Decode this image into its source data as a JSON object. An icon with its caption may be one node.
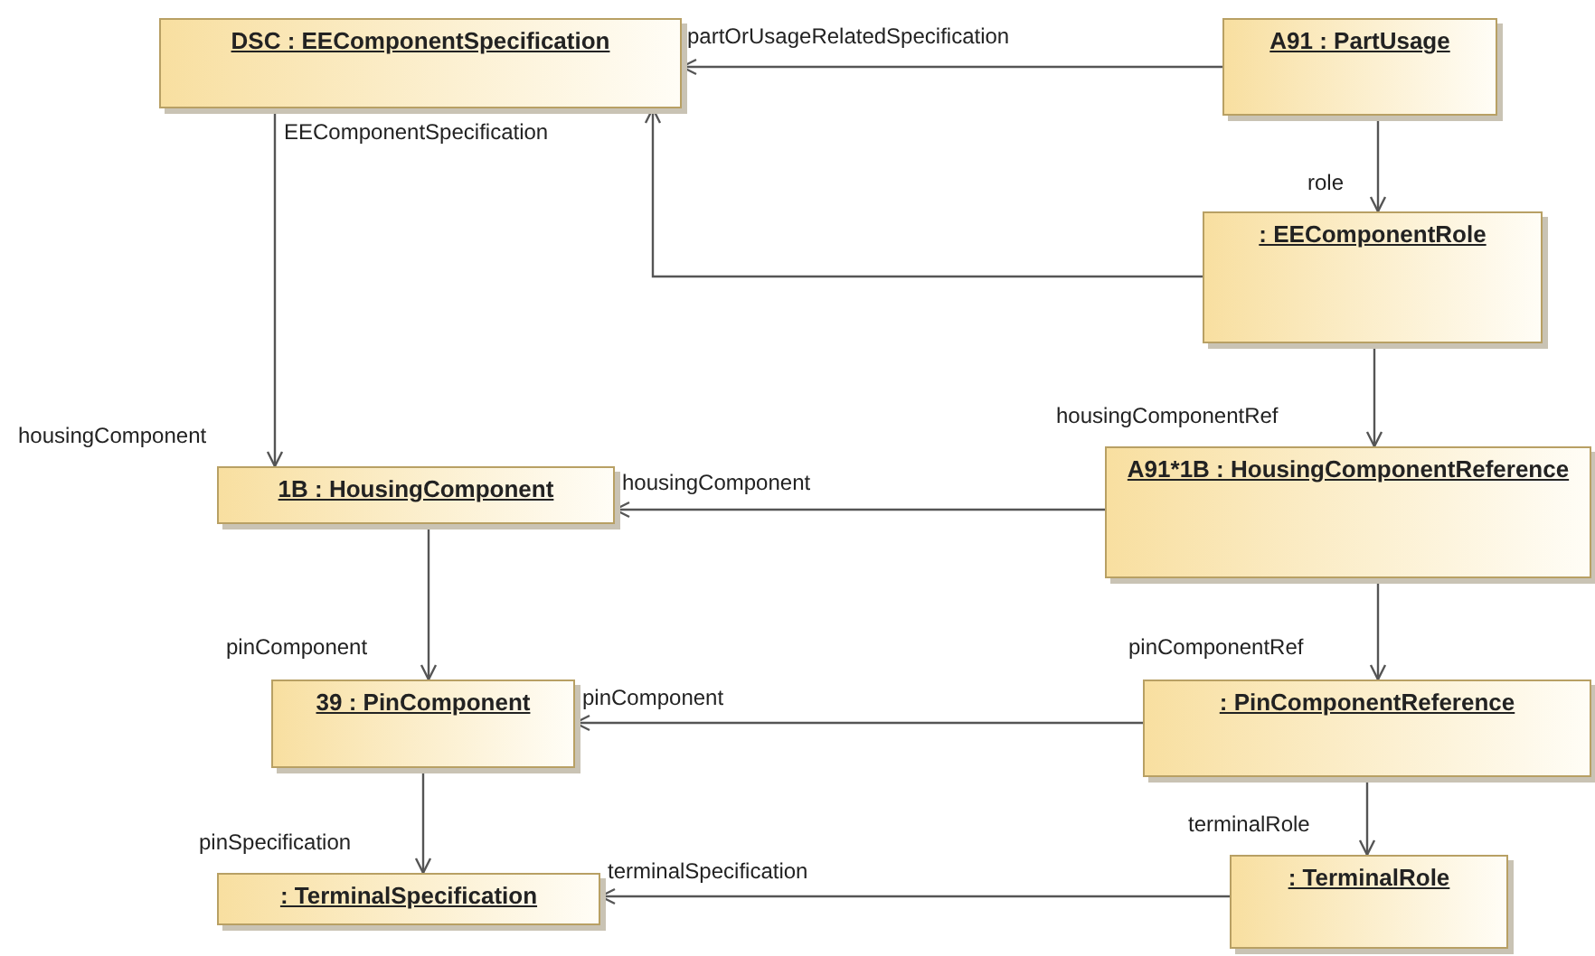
{
  "diagram": {
    "nodes": [
      {
        "text": [
          "DSC : EEComponentSpecification"
        ]
      },
      {
        "text": [
          "A91 : PartUsage"
        ]
      },
      {
        "text": [
          ": EEComponentRole"
        ]
      },
      {
        "text": [
          "1B : HousingComponent"
        ]
      },
      {
        "text": [
          "A91*1B : HousingComponentReference"
        ]
      },
      {
        "text": [
          "39 : PinComponent"
        ]
      },
      {
        "text": [
          ": PinComponentReference"
        ]
      },
      {
        "text": [
          ": TerminalSpecification"
        ]
      },
      {
        "text": [
          ": TerminalRole"
        ]
      }
    ],
    "edges": [
      {
        "from": 1,
        "to": 0,
        "arrow": "to",
        "label": "partOrUsageRelatedSpecification"
      },
      {
        "from": 1,
        "to": 2,
        "arrow": "to",
        "label": "role"
      },
      {
        "from": 2,
        "to": 0,
        "arrow": "to"
      },
      {
        "from": 0,
        "to": 3,
        "arrow": "to",
        "label": "housingComponent"
      },
      {
        "from": 2,
        "to": 4,
        "arrow": "to",
        "label": "housingComponentRef"
      },
      {
        "from": 4,
        "to": 3,
        "arrow": "to",
        "label": "housingComponent"
      },
      {
        "from": 3,
        "to": 5,
        "arrow": "to",
        "label": "pinComponent"
      },
      {
        "from": 4,
        "to": 6,
        "arrow": "to",
        "label": "pinComponentRef"
      },
      {
        "from": 6,
        "to": 5,
        "arrow": "to",
        "label": "pinComponent"
      },
      {
        "from": 5,
        "to": 7,
        "arrow": "to",
        "label": "pinSpecification"
      },
      {
        "from": 6,
        "to": 8,
        "arrow": "to",
        "label": "terminalRole"
      },
      {
        "from": 8,
        "to": 7,
        "arrow": "to",
        "label": "terminalSpecification"
      }
    ],
    "labels": [
      "EEComponentSpecification"
    ]
  }
}
